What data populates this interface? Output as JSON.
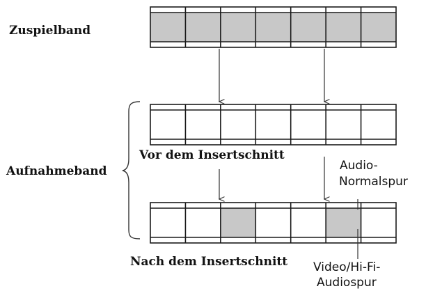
{
  "labels": {
    "source_tape": "Zuspielband",
    "recording_tape": "Aufnahmeband",
    "before_insert": "Vor dem Insertschnitt",
    "after_insert": "Nach dem Insertschnitt",
    "audio_normal_line1": "Audio-",
    "audio_normal_line2": "Normalspur",
    "video_hifi_line1": "Video/Hi-Fi-",
    "video_hifi_line2": "Audiospur"
  },
  "colors": {
    "tape_fill_gray": "#c8c8c8",
    "line": "#1a1a1a"
  },
  "tapes": {
    "source": {
      "segments": 7,
      "shaded_segments": [
        0,
        1,
        2,
        3,
        4,
        5,
        6
      ]
    },
    "before": {
      "segments": 7,
      "shaded_segments": []
    },
    "after": {
      "segments": 7,
      "shaded_segments": [
        2,
        5
      ]
    }
  }
}
